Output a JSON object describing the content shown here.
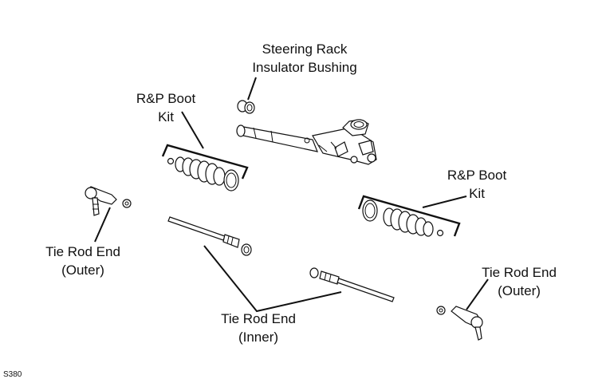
{
  "labels": {
    "rack_bushing_line1": "Steering Rack",
    "rack_bushing_line2": "Insulator Bushing",
    "boot_left_line1": "R&P Boot",
    "boot_left_line2": "Kit",
    "boot_right_line1": "R&P Boot",
    "boot_right_line2": "Kit",
    "tie_outer_left_line1": "Tie Rod End",
    "tie_outer_left_line2": "(Outer)",
    "tie_outer_right_line1": "Tie Rod End",
    "tie_outer_right_line2": "(Outer)",
    "tie_inner_line1": "Tie Rod End",
    "tie_inner_line2": "(Inner)"
  },
  "figure_code": "S380"
}
